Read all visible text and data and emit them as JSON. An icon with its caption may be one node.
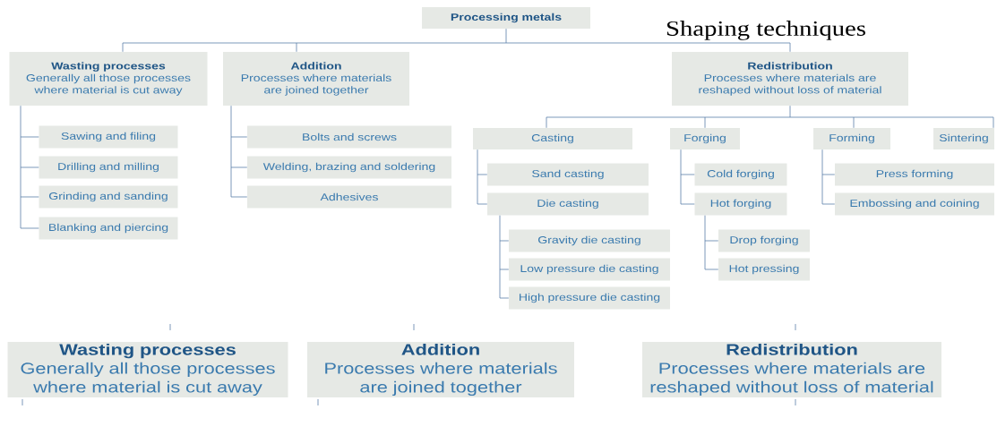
{
  "diagram": {
    "title": "Shaping techniques",
    "nodes": [
      {
        "text": [
          "Processing metals"
        ]
      },
      {
        "text": [
          "Wasting processes",
          "Generally all those processes where material is cut away"
        ]
      },
      {
        "text": [
          "Addition",
          "Processes where materials are joined together"
        ]
      },
      {
        "text": [
          "Redistribution",
          "Processes where materials are reshaped without loss of material"
        ]
      },
      {
        "text": [
          "Sawing and filing"
        ]
      },
      {
        "text": [
          "Drilling and milling"
        ]
      },
      {
        "text": [
          "Grinding and sanding"
        ]
      },
      {
        "text": [
          "Blanking and piercing"
        ]
      },
      {
        "text": [
          "Bolts and screws"
        ]
      },
      {
        "text": [
          "Welding, brazing and soldering"
        ]
      },
      {
        "text": [
          "Adhesives"
        ]
      },
      {
        "text": [
          "Casting"
        ]
      },
      {
        "text": [
          "Forging"
        ]
      },
      {
        "text": [
          "Forming"
        ]
      },
      {
        "text": [
          "Sintering"
        ]
      },
      {
        "text": [
          "Sand casting"
        ]
      },
      {
        "text": [
          "Die casting"
        ]
      },
      {
        "text": [
          "Gravity die casting"
        ]
      },
      {
        "text": [
          "Low pressure die casting"
        ]
      },
      {
        "text": [
          "High pressure die casting"
        ]
      },
      {
        "text": [
          "Cold forging"
        ]
      },
      {
        "text": [
          "Hot forging"
        ]
      },
      {
        "text": [
          "Drop forging"
        ]
      },
      {
        "text": [
          "Hot pressing"
        ]
      },
      {
        "text": [
          "Press forming"
        ]
      },
      {
        "text": [
          "Embossing and coining"
        ]
      },
      {
        "text": [
          "Wasting processes",
          "Generally all those processes where material is cut away"
        ]
      },
      {
        "text": [
          "Addition",
          "Processes where materials are joined together"
        ]
      },
      {
        "text": [
          "Redistribution",
          "Processes where materials are reshaped without loss of material"
        ]
      }
    ],
    "edges": [
      {
        "from": 0,
        "to": 1,
        "arrow": "none"
      },
      {
        "from": 0,
        "to": 2,
        "arrow": "none"
      },
      {
        "from": 0,
        "to": 3,
        "arrow": "none"
      },
      {
        "from": 1,
        "to": 4,
        "arrow": "none"
      },
      {
        "from": 1,
        "to": 5,
        "arrow": "none"
      },
      {
        "from": 1,
        "to": 6,
        "arrow": "none"
      },
      {
        "from": 1,
        "to": 7,
        "arrow": "none"
      },
      {
        "from": 2,
        "to": 8,
        "arrow": "none"
      },
      {
        "from": 2,
        "to": 9,
        "arrow": "none"
      },
      {
        "from": 2,
        "to": 10,
        "arrow": "none"
      },
      {
        "from": 3,
        "to": 11,
        "arrow": "none"
      },
      {
        "from": 3,
        "to": 12,
        "arrow": "none"
      },
      {
        "from": 3,
        "to": 13,
        "arrow": "none"
      },
      {
        "from": 3,
        "to": 14,
        "arrow": "none"
      },
      {
        "from": 11,
        "to": 15,
        "arrow": "none"
      },
      {
        "from": 11,
        "to": 16,
        "arrow": "none"
      },
      {
        "from": 16,
        "to": 17,
        "arrow": "none"
      },
      {
        "from": 16,
        "to": 18,
        "arrow": "none"
      },
      {
        "from": 16,
        "to": 19,
        "arrow": "none"
      },
      {
        "from": 12,
        "to": 20,
        "arrow": "none"
      },
      {
        "from": 12,
        "to": 21,
        "arrow": "none"
      },
      {
        "from": 21,
        "to": 22,
        "arrow": "none"
      },
      {
        "from": 21,
        "to": 23,
        "arrow": "none"
      },
      {
        "from": 13,
        "to": 24,
        "arrow": "none"
      },
      {
        "from": 13,
        "to": 25,
        "arrow": "none"
      }
    ]
  }
}
